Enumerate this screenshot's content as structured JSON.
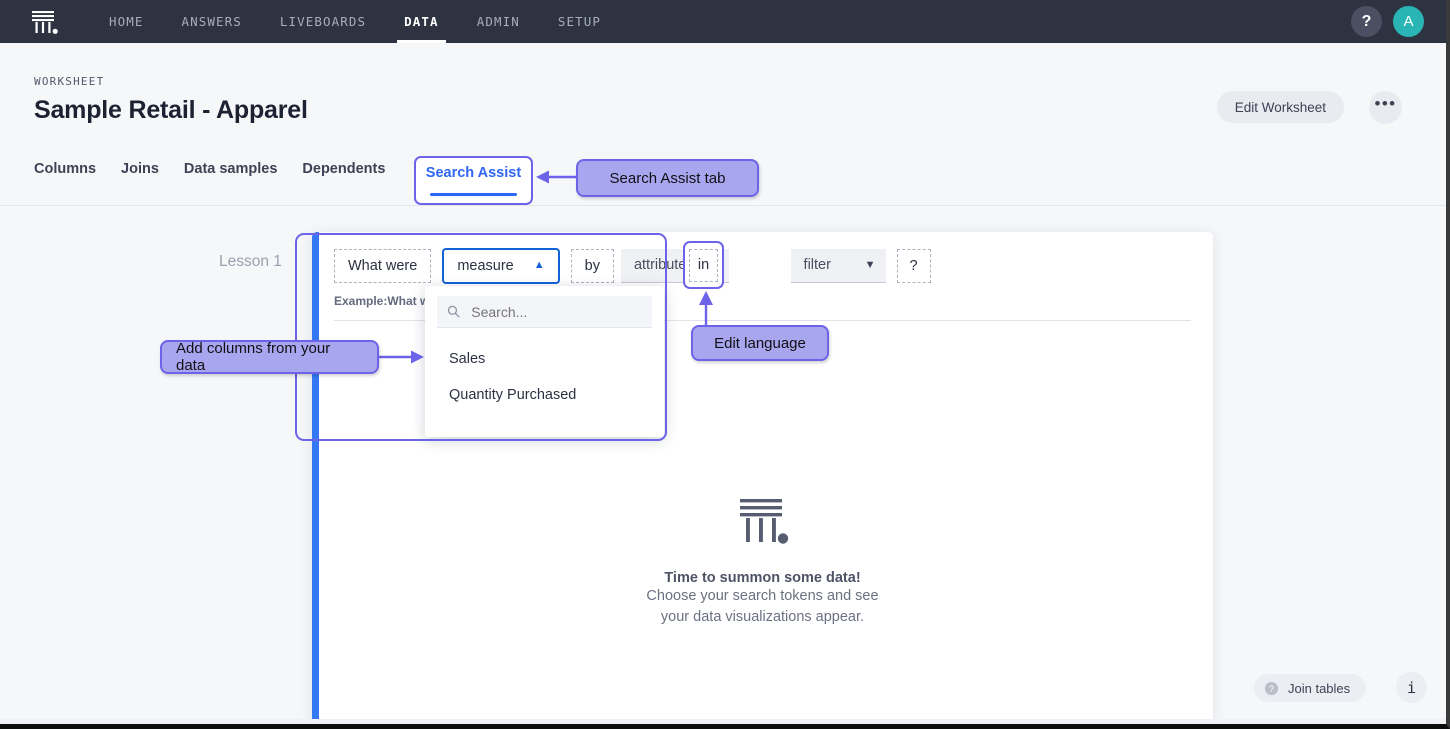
{
  "topnav": {
    "logo_name": "thoughtspot-logo",
    "items": [
      {
        "label": "HOME",
        "active": false
      },
      {
        "label": "ANSWERS",
        "active": false
      },
      {
        "label": "LIVEBOARDS",
        "active": false
      },
      {
        "label": "DATA",
        "active": true
      },
      {
        "label": "ADMIN",
        "active": false
      },
      {
        "label": "SETUP",
        "active": false
      }
    ],
    "help_label": "?",
    "avatar_label": "A"
  },
  "header": {
    "eyebrow": "WORKSHEET",
    "title": "Sample Retail - Apparel",
    "edit_worksheet_label": "Edit Worksheet",
    "more_label": "•••"
  },
  "tabs": [
    {
      "label": "Columns",
      "active": false
    },
    {
      "label": "Joins",
      "active": false
    },
    {
      "label": "Data samples",
      "active": false
    },
    {
      "label": "Dependents",
      "active": false
    }
  ],
  "search_assist_tab": {
    "label": "Search Assist"
  },
  "lesson": {
    "label": "Lesson 1"
  },
  "search_panel": {
    "tokens": {
      "what_were": "What were",
      "measure": "measure",
      "by": "by",
      "attribute": "attribute",
      "in": "in",
      "filter": "filter",
      "question_mark": "?"
    },
    "example_text": "Example:What we",
    "measure_dropdown": {
      "search_placeholder": "Search...",
      "items": [
        "Sales",
        "Quantity Purchased"
      ]
    },
    "empty_state": {
      "title": "Time to summon some data!",
      "line1": "Choose your search tokens and see",
      "line2": "your data visualizations appear."
    }
  },
  "callouts": {
    "search_assist_tab": "Search Assist tab",
    "add_columns": "Add columns from your data",
    "edit_language": "Edit language"
  },
  "footer": {
    "join_tables_label": "Join tables",
    "info_label": "i"
  },
  "colors": {
    "nav_bg": "#2e3341",
    "accent_blue": "#2f66f5",
    "callout_purple": "#a9a6f0",
    "callout_border": "#6c63e8",
    "avatar_teal": "#2ab5b5",
    "panel_bar_blue": "#3478f6"
  }
}
